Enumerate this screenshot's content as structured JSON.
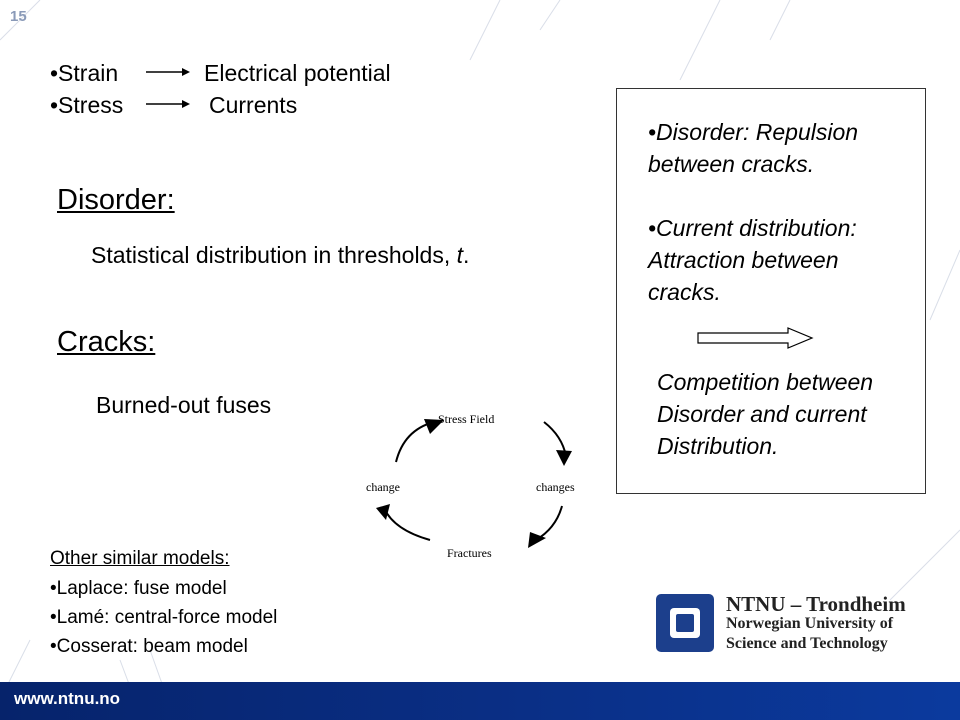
{
  "slide_number": "15",
  "bullets": {
    "strain": "•Strain",
    "electrical_potential": "Electrical potential",
    "stress": "•Stress",
    "currents": "Currents"
  },
  "disorder": {
    "heading": "Disorder:",
    "text_prefix": "Statistical distribution in thresholds, ",
    "text_var": "t",
    "text_suffix": "."
  },
  "cracks": {
    "heading": "Cracks:",
    "text": "Burned-out fuses"
  },
  "side_box": {
    "line1": "•Disorder: Repulsion",
    "line2": "between cracks.",
    "line3": "•Current distribution:",
    "line4": "Attraction between",
    "line5": "cracks.",
    "conclusion1": "Competition between",
    "conclusion2": "Disorder and current",
    "conclusion3": "Distribution."
  },
  "cycle": {
    "top": "Stress Field",
    "right": "changes",
    "bottom": "Fractures",
    "left": "change"
  },
  "other_models": {
    "title": "Other similar models:",
    "items": [
      "•Laplace: fuse model",
      "•Lamé: central-force model",
      "•Cosserat: beam model"
    ]
  },
  "logo": {
    "line1": "NTNU – Trondheim",
    "line2": "Norwegian University of",
    "line3": "Science and Technology"
  },
  "footer": {
    "url": "www.ntnu.no"
  },
  "colors": {
    "footer_bar": "#0a2f86",
    "logo_blue": "#1c3f8c",
    "decor_lines": "#d6dbe6"
  }
}
